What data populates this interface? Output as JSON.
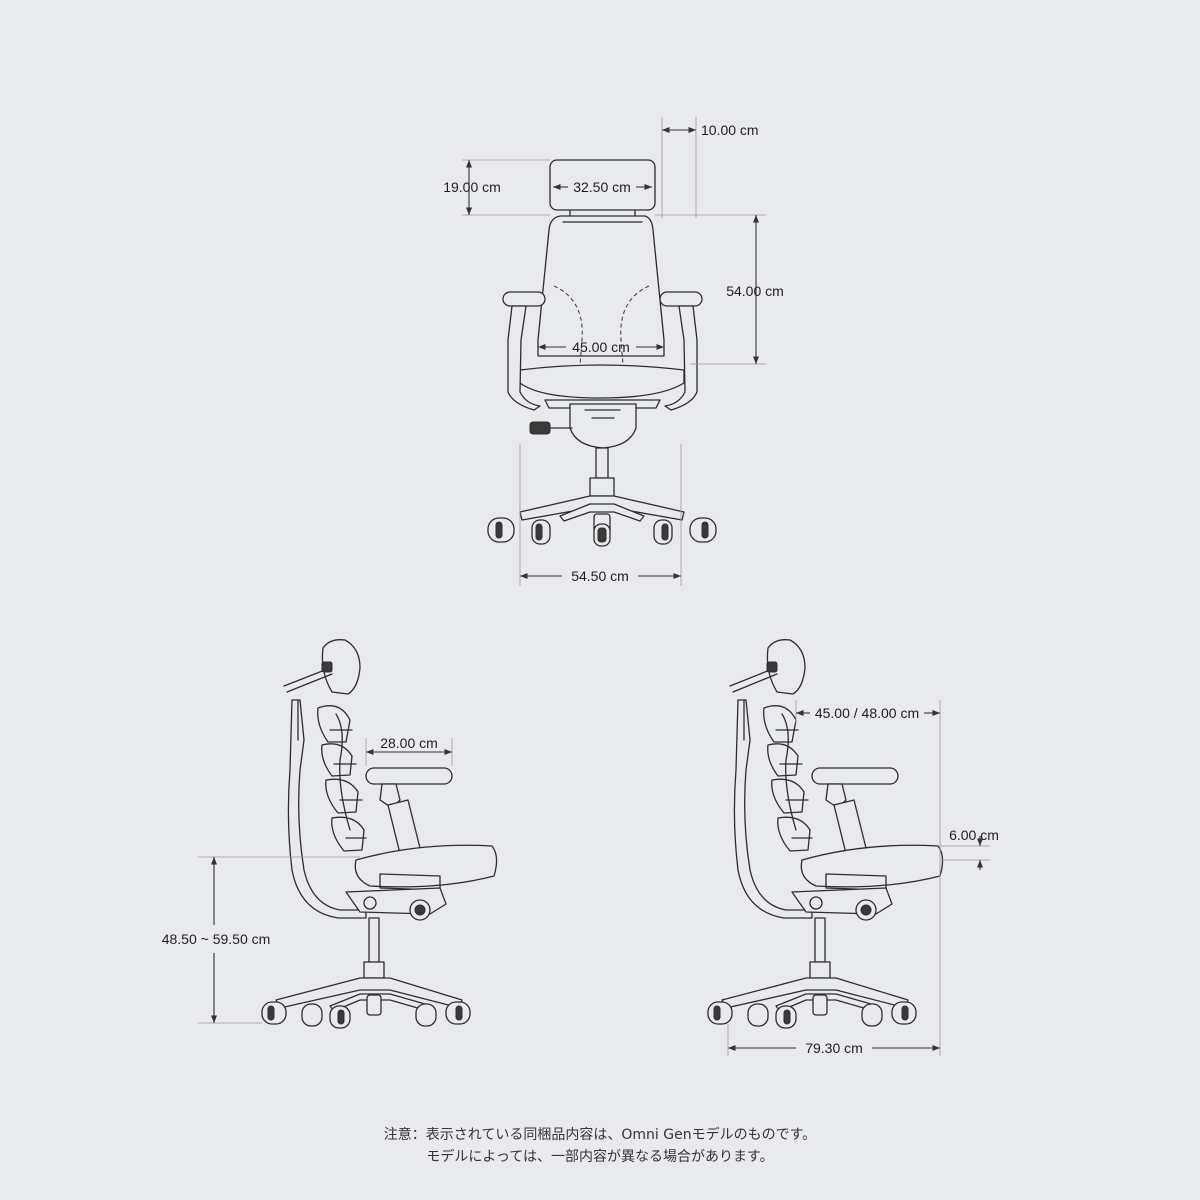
{
  "dimensions": {
    "headrest_offset": "10.00 cm",
    "headrest_height": "19.00 cm",
    "headrest_width": "32.50 cm",
    "backrest_height": "54.00 cm",
    "seat_width": "45.00 cm",
    "base_width": "54.50 cm",
    "armrest_length": "28.00 cm",
    "seat_height": "48.50 ~ 59.50 cm",
    "seat_depth": "45.00 / 48.00 cm",
    "seat_depth_adjust": "6.00 cm",
    "base_depth": "79.30 cm"
  },
  "note": {
    "line1": "注意：表示されている同梱品内容は、Omni Genモデルのものです。",
    "line2": "モデルによっては、一部内容が異なる場合があります。"
  }
}
